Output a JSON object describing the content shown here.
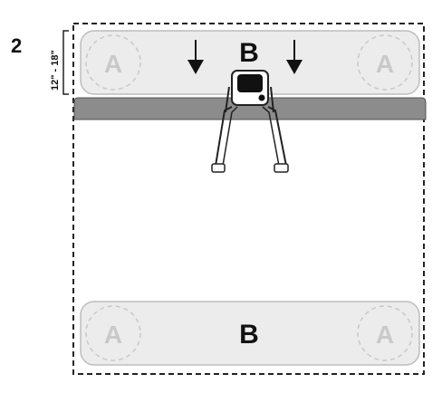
{
  "step": {
    "number": "2"
  },
  "dimension": {
    "label": "12\" - 18\""
  },
  "zones": {
    "top": {
      "label": "B",
      "left_circle_label": "A",
      "right_circle_label": "A"
    },
    "bottom": {
      "label": "B",
      "left_circle_label": "A",
      "right_circle_label": "A"
    }
  },
  "colors": {
    "zone_fill": "#ececec",
    "zone_stroke": "#bdbdbd",
    "surface_fill": "#8c8c8c",
    "outline": "#222222",
    "circle_dash": "#c9c9c9"
  },
  "icons": {
    "down_arrow_left": "down-arrow-icon",
    "down_arrow_right": "down-arrow-icon",
    "walker": "walker-icon"
  }
}
